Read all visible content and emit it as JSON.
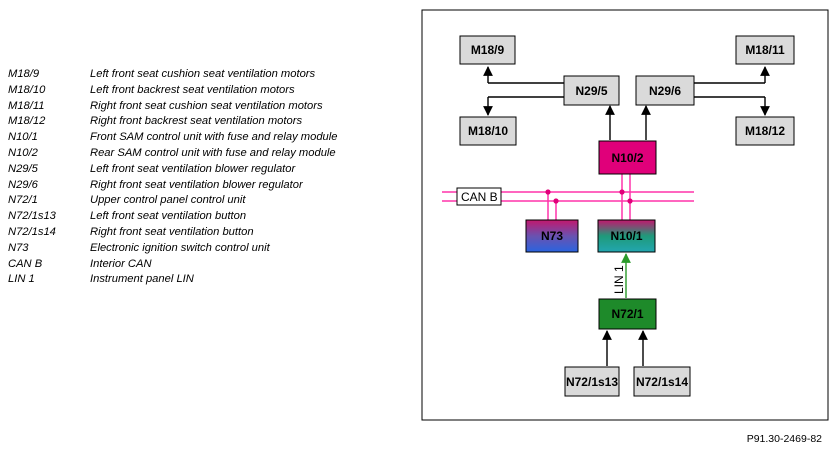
{
  "legend": [
    {
      "code": "M18/9",
      "desc": "Left front seat cushion seat ventilation motors"
    },
    {
      "code": "M18/10",
      "desc": "Left front backrest seat ventilation motors"
    },
    {
      "code": "M18/11",
      "desc": "Right front seat cushion seat ventilation motors"
    },
    {
      "code": "M18/12",
      "desc": "Right front backrest seat ventilation motors"
    },
    {
      "code": "N10/1",
      "desc": "Front SAM control unit with fuse and relay module"
    },
    {
      "code": "N10/2",
      "desc": "Rear SAM control unit with fuse and relay module"
    },
    {
      "code": "N29/5",
      "desc": "Left front seat ventilation blower regulator"
    },
    {
      "code": "N29/6",
      "desc": "Right front seat ventilation blower regulator"
    },
    {
      "code": "N72/1",
      "desc": "Upper control panel control unit"
    },
    {
      "code": "N72/1s13",
      "desc": "Left front seat ventilation button"
    },
    {
      "code": "N72/1s14",
      "desc": "Right front seat ventilation button"
    },
    {
      "code": "N73",
      "desc": "Electronic ignition switch control unit"
    },
    {
      "code": "CAN B",
      "desc": "Interior CAN"
    },
    {
      "code": "LIN 1",
      "desc": "Instrument panel LIN"
    }
  ],
  "diagram": {
    "boxes": {
      "m18_9": "M18/9",
      "m18_11": "M18/11",
      "n29_5": "N29/5",
      "n29_6": "N29/6",
      "m18_10": "M18/10",
      "m18_12": "M18/12",
      "n10_2": "N10/2",
      "n73": "N73",
      "n10_1": "N10/1",
      "n72_1": "N72/1",
      "n72_1s13": "N72/1s13",
      "n72_1s14": "N72/1s14"
    },
    "can_label": "CAN B",
    "lin_label": "LIN 1"
  },
  "figure_ref": "P91.30-2469-82",
  "colors": {
    "grey_box": "#dadada",
    "magenta": "#e0007a",
    "bus": "#ff33aa",
    "green": "#1e8a2a",
    "lin_line": "#2a9a2a",
    "blue": "#2a5ad8"
  }
}
